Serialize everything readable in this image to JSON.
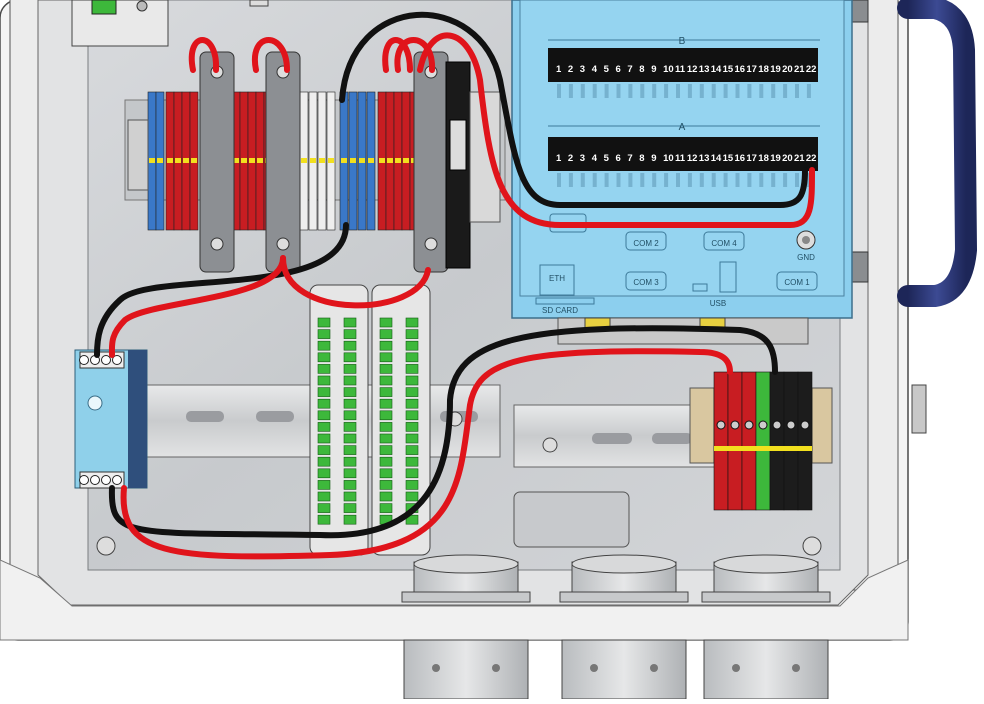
{
  "logger": {
    "row_b_label": "B",
    "row_a_label": "A",
    "terminal_numbers": [
      "1",
      "2",
      "3",
      "4",
      "5",
      "6",
      "7",
      "8",
      "9",
      "10",
      "11",
      "12",
      "13",
      "14",
      "15",
      "16",
      "17",
      "18",
      "19",
      "20",
      "21",
      "22"
    ],
    "ports": {
      "com2": "COM 2",
      "com3": "COM 3",
      "com4": "COM 4",
      "com1": "COM 1",
      "eth": "ETH",
      "usb": "USB",
      "sd_card": "SD CARD",
      "gnd": "GND"
    }
  },
  "colors": {
    "panel": "#cfd2d6",
    "logger_body": "#8ccfee",
    "terminal_strip": "#111111",
    "wire_red": "#e0141b",
    "wire_black": "#111111",
    "block_red": "#c81d22",
    "block_blue": "#3a78c8",
    "block_white": "#eeeeee",
    "handle": "#2a3570",
    "power_supply": "#8fd0ea",
    "green_terminal": "#3db83b"
  },
  "icons": {
    "ground_stud": "ground-stud-icon",
    "screw": "screw-icon",
    "handle": "enclosure-handle-icon"
  }
}
